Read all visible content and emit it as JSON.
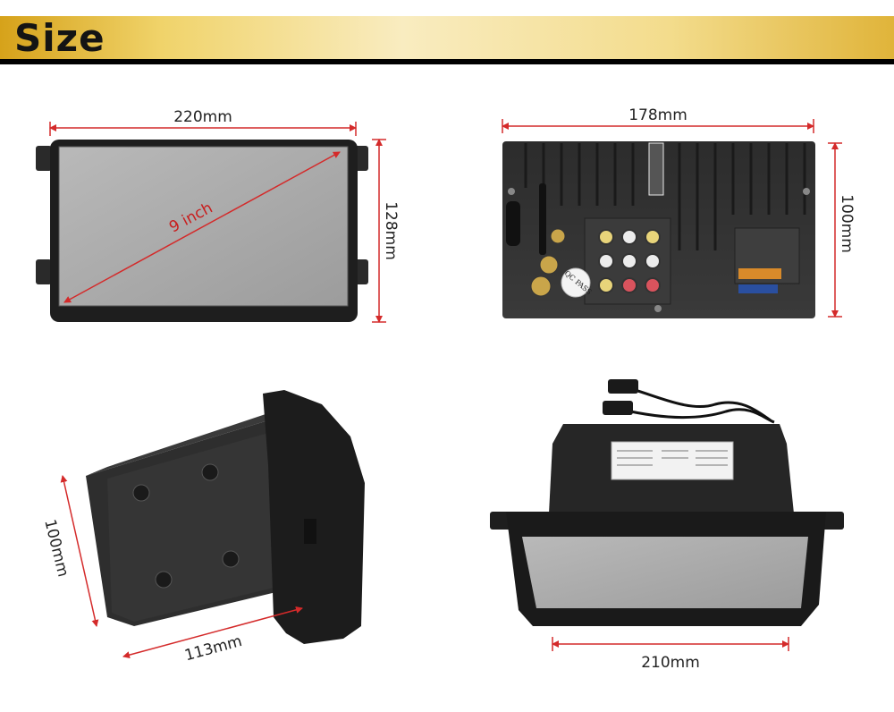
{
  "title": "Size",
  "colors": {
    "header_gold": "#e0b43a",
    "dimension_line": "#d42a2a",
    "diagonal_text": "#c81e1e",
    "screen_gray": "#a9a9a9",
    "unit_body": "#2a2a2a"
  },
  "views": {
    "front": {
      "width_label": "220mm",
      "height_label": "128mm",
      "diagonal_label": "9 inch"
    },
    "back": {
      "width_label": "178mm",
      "height_label": "100mm",
      "sticker_text": "QC PASS"
    },
    "side": {
      "height_label": "100mm",
      "depth_label": "113mm"
    },
    "bottom": {
      "width_label": "210mm"
    }
  }
}
